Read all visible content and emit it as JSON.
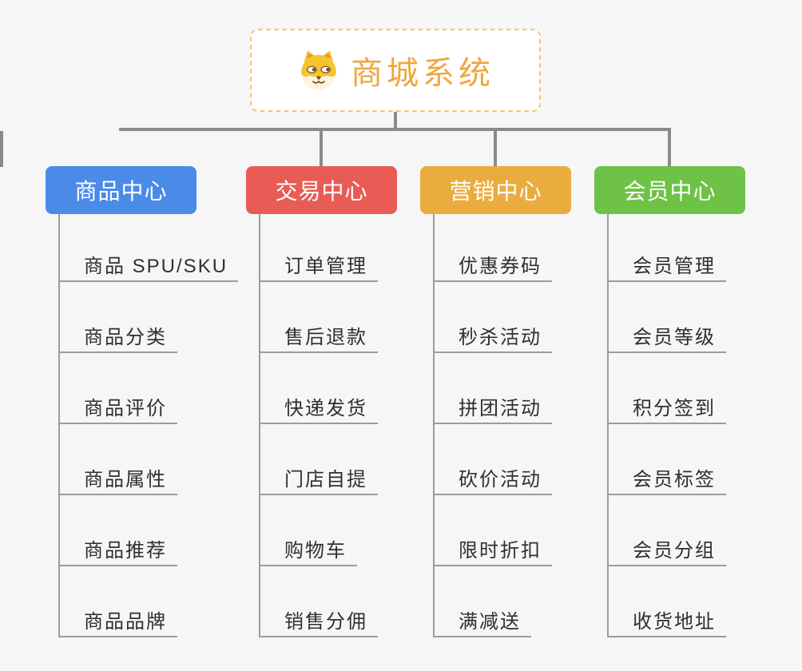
{
  "root": {
    "title": "商城系统",
    "icon": "dog-face-icon"
  },
  "colors": {
    "background": "#f6f6f6",
    "connector": "#8a8a8a",
    "leaf_line": "#9c9c9c",
    "root_text": "#f0a63e",
    "root_border": "#f2c679",
    "leaf_text": "#2f2f2f"
  },
  "branches": [
    {
      "label": "商品中心",
      "color": "#4a8be8",
      "items": [
        "商品 SPU/SKU",
        "商品分类",
        "商品评价",
        "商品属性",
        "商品推荐",
        "商品品牌"
      ]
    },
    {
      "label": "交易中心",
      "color": "#e85c55",
      "items": [
        "订单管理",
        "售后退款",
        "快递发货",
        "门店自提",
        "购物车",
        "销售分佣"
      ]
    },
    {
      "label": "营销中心",
      "color": "#ebac3f",
      "items": [
        "优惠券码",
        "秒杀活动",
        "拼团活动",
        "砍价活动",
        "限时折扣",
        "满减送"
      ]
    },
    {
      "label": "会员中心",
      "color": "#6ec246",
      "items": [
        "会员管理",
        "会员等级",
        "积分签到",
        "会员标签",
        "会员分组",
        "收货地址"
      ]
    }
  ]
}
